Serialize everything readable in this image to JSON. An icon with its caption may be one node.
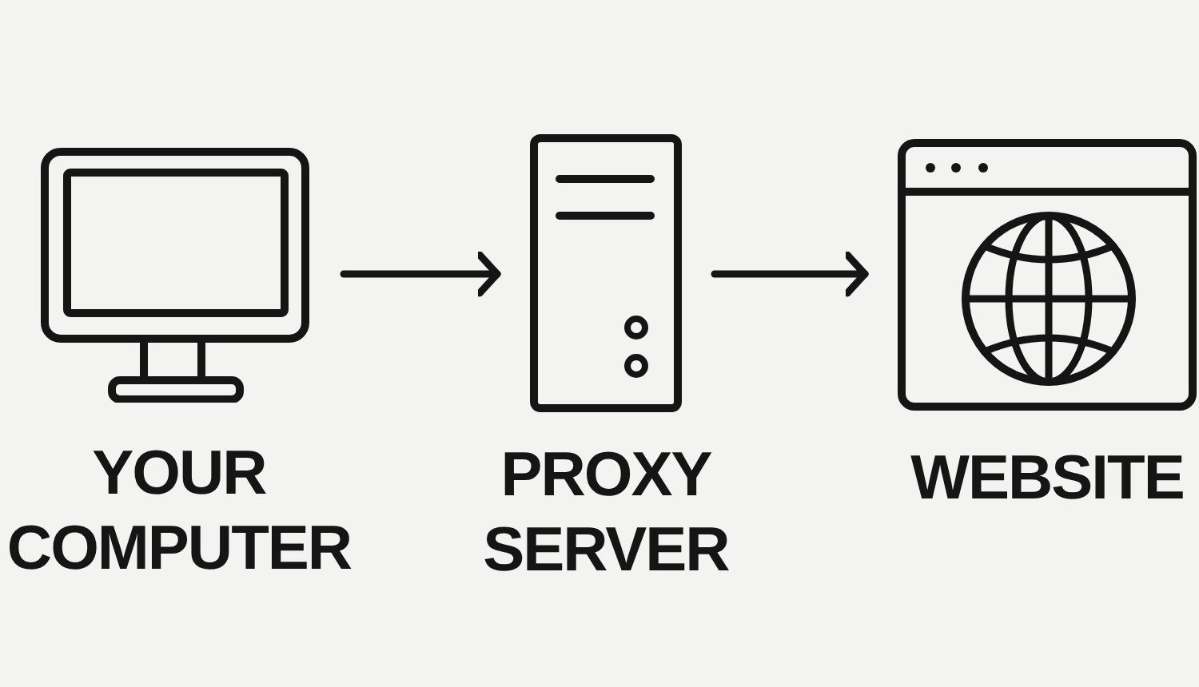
{
  "diagram": {
    "nodes": [
      {
        "text": [
          "YOUR COMPUTER"
        ]
      },
      {
        "text": [
          "PROXY SERVER"
        ]
      },
      {
        "text": [
          "WEBSITE"
        ]
      }
    ],
    "edges": [
      {
        "from": 0,
        "to": 1,
        "arrow": "to"
      },
      {
        "from": 1,
        "to": 2,
        "arrow": "to"
      }
    ]
  }
}
